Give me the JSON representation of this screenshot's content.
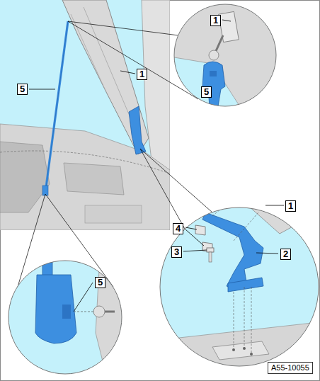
{
  "diagram": {
    "nodes": [
      {
        "text": [
          "A55-10055"
        ]
      }
    ],
    "labels": [
      "1",
      "1",
      "5",
      "5",
      "1",
      "4",
      "3",
      "2",
      "5"
    ]
  }
}
